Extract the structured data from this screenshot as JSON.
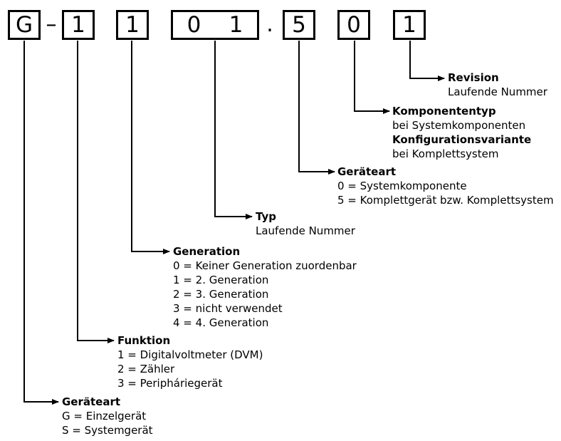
{
  "code": {
    "chars": [
      "G",
      "1",
      "1",
      "0",
      "1",
      "5",
      "0",
      "1"
    ],
    "dash": "–",
    "dot": "."
  },
  "labels": {
    "revision": {
      "title": "Revision",
      "lines": [
        "Laufende Nummer"
      ]
    },
    "komponententyp": {
      "title": "Komponententyp",
      "sub": "bei Systemkomponenten",
      "title2": "Konfigurationsvariante",
      "sub2": "bei Komplettsystem"
    },
    "geraeteart_top": {
      "title": "Geräteart",
      "lines": [
        "0 = Systemkomponente",
        "5 = Komplettgerät bzw. Komplettsystem"
      ]
    },
    "typ": {
      "title": "Typ",
      "lines": [
        "Laufende Nummer"
      ]
    },
    "generation": {
      "title": "Generation",
      "lines": [
        "0 = Keiner Generation zuordenbar",
        "1 = 2. Generation",
        "2 = 3. Generation",
        "3 = nicht verwendet",
        "4 = 4. Generation"
      ]
    },
    "funktion": {
      "title": "Funktion",
      "lines": [
        "1 = Digitalvoltmeter (DVM)",
        "2 = Zähler",
        "3 = Peripháriegerät"
      ]
    },
    "geraeteart_bottom": {
      "title": "Geräteart",
      "lines": [
        "G = Einzelgerät",
        "S = Systemgerät"
      ]
    }
  }
}
